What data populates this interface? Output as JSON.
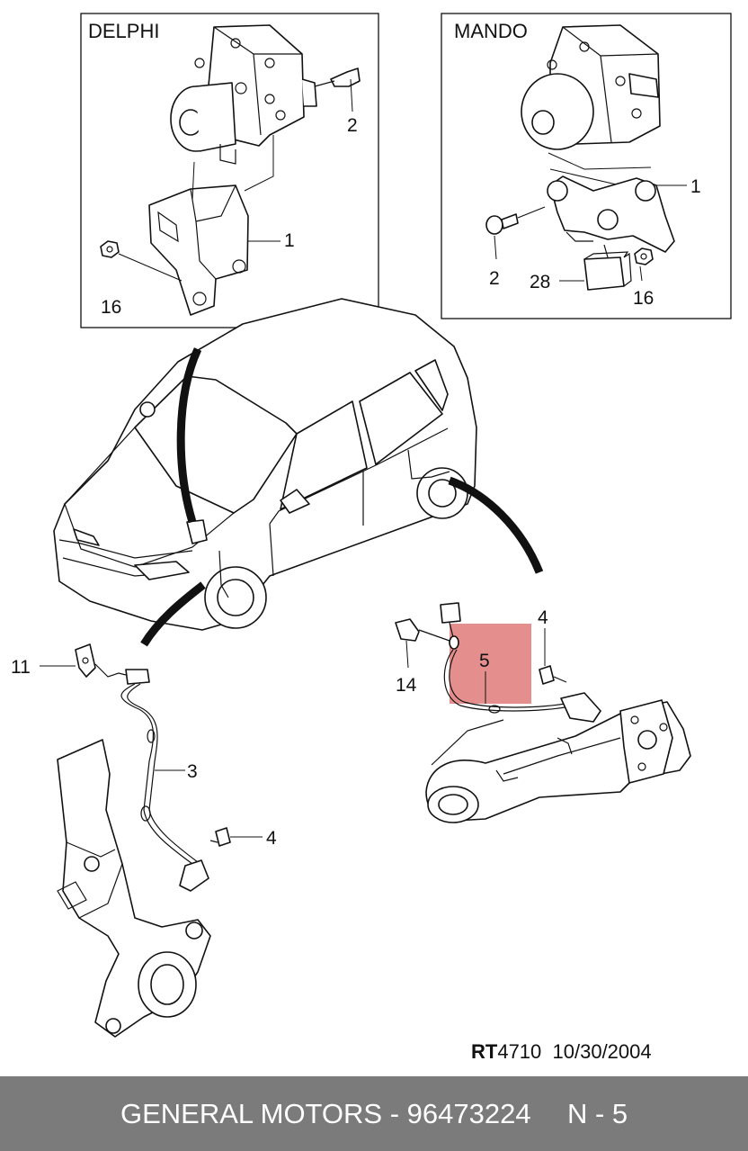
{
  "panels": {
    "delphi": {
      "title": "DELPHI",
      "callouts": {
        "bolt": "2",
        "bracket": "1",
        "nut": "16"
      }
    },
    "mando": {
      "title": "MANDO",
      "callouts": {
        "bracket": "1",
        "bolt": "2",
        "module": "28",
        "nut": "16"
      }
    }
  },
  "front_sensor": {
    "callouts": {
      "clip": "11",
      "cable": "3",
      "bolt": "4"
    }
  },
  "rear_sensor": {
    "callouts": {
      "bolt": "4",
      "clip": "14",
      "cable": "5"
    }
  },
  "highlight_color": "#e58e8e",
  "reference": {
    "prefix": "RT",
    "number": "4710",
    "date": "10/30/2004"
  },
  "footer": {
    "text": "GENERAL MOTORS - 96473224",
    "page": "N - 5",
    "bg_color": "#7b7b7b"
  }
}
